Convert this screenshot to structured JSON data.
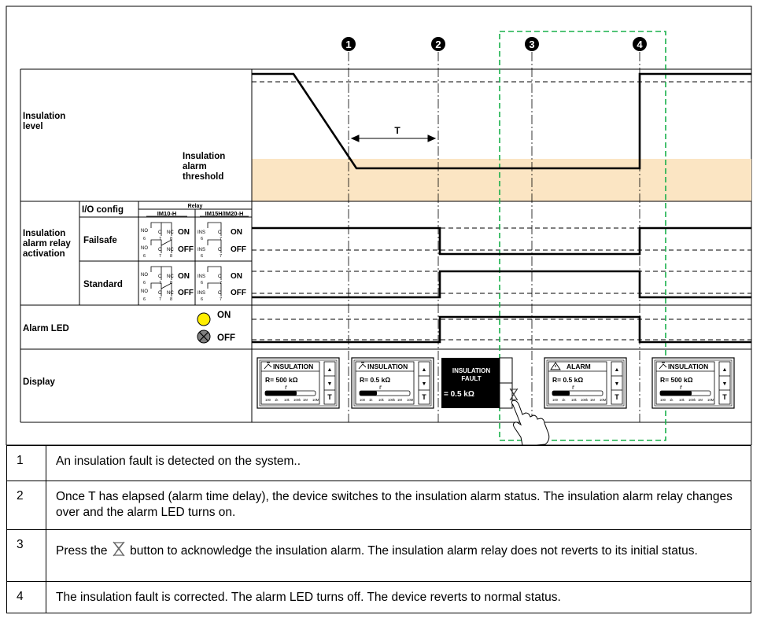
{
  "diagram": {
    "markers": [
      "1",
      "2",
      "3",
      "4"
    ],
    "insulation_level_label": [
      "Insulation",
      "level"
    ],
    "threshold_label": [
      "Insulation",
      "alarm",
      "threshold"
    ],
    "time_delay_label": "T",
    "io_config_header": "I/O config",
    "relay_header": "Relay",
    "relay_models": [
      "IM10-H",
      "IM15H/IM20-H"
    ],
    "relay_activation_label": [
      "Insulation",
      "alarm relay",
      "activation"
    ],
    "failsafe_label": "Failsafe",
    "standard_label": "Standard",
    "on_label": "ON",
    "off_label": "OFF",
    "contact_labels_im10": {
      "no": "NO",
      "c": "C",
      "nc": "NC",
      "pins": [
        "6",
        "7",
        "8"
      ]
    },
    "contact_labels_im15": {
      "ins": "INS",
      "c": "C",
      "pins": [
        "6",
        "7"
      ]
    },
    "alarm_led_label": "Alarm LED",
    "led_on_color": "#ffee00",
    "led_off_color": "#808080",
    "display_label": "Display",
    "threshold_band_color": "#fbe5c3",
    "dashed_box_color": "#19b04b",
    "screens": [
      {
        "header": "INSULATION",
        "value": "R= 500 kΩ",
        "style": "normal",
        "icon": "insulation-icon"
      },
      {
        "header": "INSULATION",
        "value": "R= 0.5 kΩ",
        "style": "normal",
        "icon": "insulation-icon"
      },
      {
        "header": [
          "INSULATION",
          "FAULT"
        ],
        "value": "= 0.5 kΩ",
        "style": "inverted",
        "icon": "acknowledge-icon"
      },
      {
        "header": "ALARM",
        "value": "R= 0.5 kΩ",
        "style": "normal",
        "icon": "warning-icon"
      },
      {
        "header": "INSULATION",
        "value": "R= 500 kΩ",
        "style": "normal",
        "icon": "insulation-icon"
      }
    ],
    "bargraph_scale": [
      "100",
      "1k",
      "10k",
      "100k",
      "1M",
      "10M"
    ],
    "screen_button_up": "▲",
    "screen_button_down": "▼",
    "screen_button_t": "T"
  },
  "legend": [
    {
      "number": "1",
      "text": "An insulation fault is detected on the system.."
    },
    {
      "number": "2",
      "text": "Once T has elapsed (alarm time delay), the device switches to the insulation alarm status. The insulation alarm relay changes over and the alarm LED turns on."
    },
    {
      "number": "3",
      "text_before": "Press the",
      "text_after": "button to acknowledge the insulation alarm. The insulation alarm relay does not reverts to its initial status.",
      "icon": "acknowledge-icon"
    },
    {
      "number": "4",
      "text": "The insulation fault is corrected. The alarm LED turns off. The device reverts to normal status."
    }
  ]
}
